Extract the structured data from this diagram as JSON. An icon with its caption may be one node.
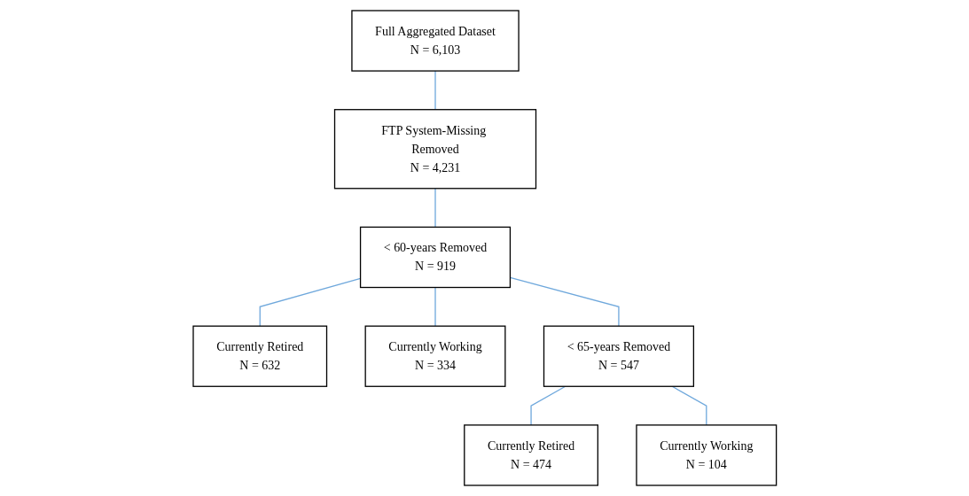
{
  "diagram": {
    "nodes": [
      {
        "text": [
          "Full Aggregated Dataset",
          "N = 6,103"
        ]
      },
      {
        "text": [
          "FTP System-Missing Removed",
          "N = 4,231"
        ]
      },
      {
        "text": [
          "Currently Retired",
          "N = 632"
        ]
      },
      {
        "text": [
          "< 60-years Removed",
          "N = 919"
        ]
      },
      {
        "text": [
          "Currently Working",
          "N = 334"
        ]
      },
      {
        "text": [
          "Currently Retired",
          "N = 474"
        ]
      },
      {
        "text": [
          "< 65-years Removed",
          "N = 547"
        ]
      },
      {
        "text": [
          "Currently Working",
          "N = 104"
        ]
      }
    ],
    "edges": [
      {
        "from": 0,
        "to": 1,
        "arrow": "none"
      },
      {
        "from": 1,
        "to": 3,
        "arrow": "none"
      },
      {
        "from": 3,
        "to": 2,
        "arrow": "none"
      },
      {
        "from": 3,
        "to": 4,
        "arrow": "none"
      },
      {
        "from": 3,
        "to": 6,
        "arrow": "none"
      },
      {
        "from": 6,
        "to": 5,
        "arrow": "none"
      },
      {
        "from": 6,
        "to": 7,
        "arrow": "none"
      }
    ]
  }
}
